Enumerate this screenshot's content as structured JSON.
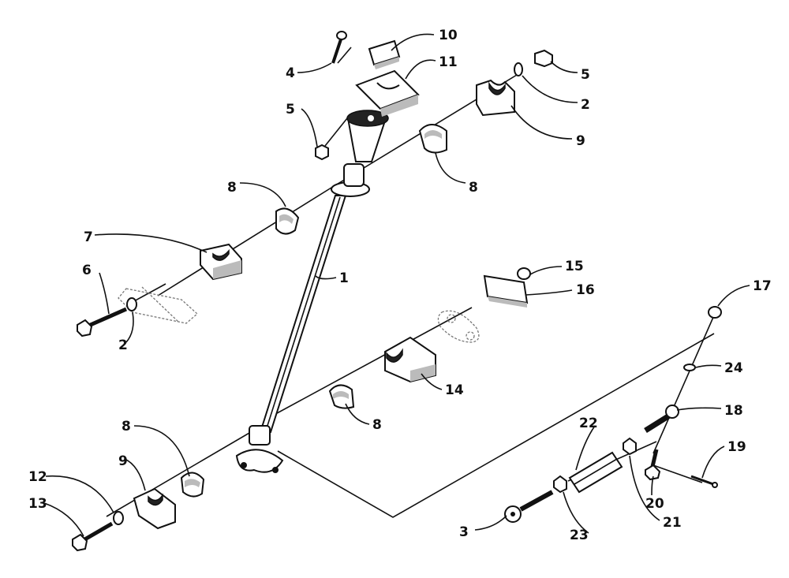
{
  "diagram": {
    "labels": [
      {
        "id": "p10",
        "text": "10"
      },
      {
        "id": "p11",
        "text": "11"
      },
      {
        "id": "p4",
        "text": "4"
      },
      {
        "id": "p5a",
        "text": "5"
      },
      {
        "id": "p5b",
        "text": "5"
      },
      {
        "id": "p2a",
        "text": "2"
      },
      {
        "id": "p9a",
        "text": "9"
      },
      {
        "id": "p8a",
        "text": "8"
      },
      {
        "id": "p8b",
        "text": "8"
      },
      {
        "id": "p7",
        "text": "7"
      },
      {
        "id": "p6",
        "text": "6"
      },
      {
        "id": "p2b",
        "text": "2"
      },
      {
        "id": "p1",
        "text": "1"
      },
      {
        "id": "p15",
        "text": "15"
      },
      {
        "id": "p16",
        "text": "16"
      },
      {
        "id": "p17",
        "text": "17"
      },
      {
        "id": "p24",
        "text": "24"
      },
      {
        "id": "p14",
        "text": "14"
      },
      {
        "id": "p18",
        "text": "18"
      },
      {
        "id": "p8c",
        "text": "8"
      },
      {
        "id": "p22",
        "text": "22"
      },
      {
        "id": "p19",
        "text": "19"
      },
      {
        "id": "p8d",
        "text": "8"
      },
      {
        "id": "p9b",
        "text": "9"
      },
      {
        "id": "p12",
        "text": "12"
      },
      {
        "id": "p13",
        "text": "13"
      },
      {
        "id": "p20",
        "text": "20"
      },
      {
        "id": "p21",
        "text": "21"
      },
      {
        "id": "p3",
        "text": "3"
      },
      {
        "id": "p23",
        "text": "23"
      }
    ]
  }
}
